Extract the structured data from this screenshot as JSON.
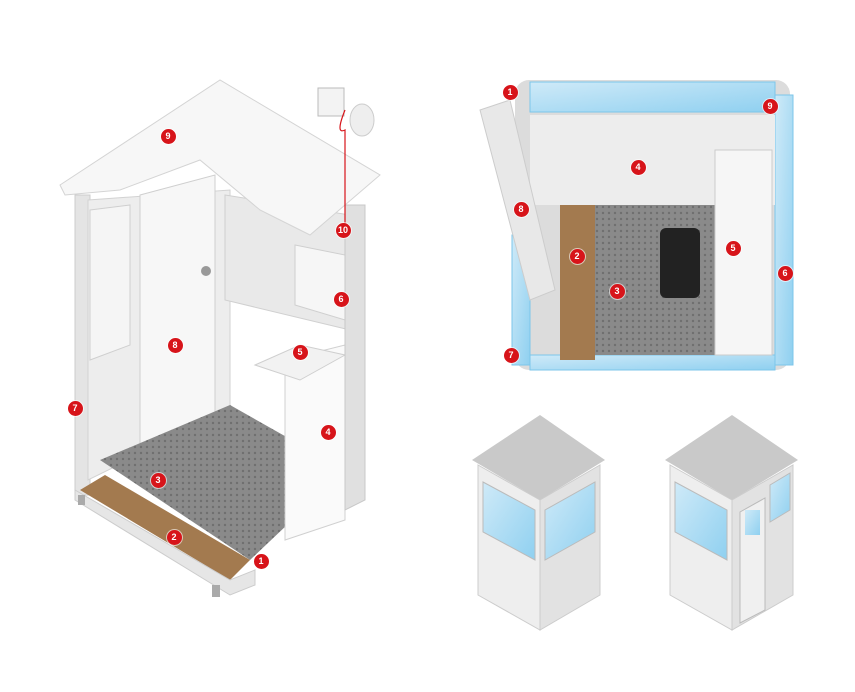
{
  "accent_color": "#d7141a",
  "left_view": {
    "callouts": [
      {
        "label": "9"
      },
      {
        "label": "10"
      },
      {
        "label": "6"
      },
      {
        "label": "5"
      },
      {
        "label": "8"
      },
      {
        "label": "7"
      },
      {
        "label": "4"
      },
      {
        "label": "3"
      },
      {
        "label": "2"
      },
      {
        "label": "1"
      }
    ]
  },
  "top_view": {
    "callouts": [
      {
        "label": "1"
      },
      {
        "label": "9"
      },
      {
        "label": "4"
      },
      {
        "label": "8"
      },
      {
        "label": "2"
      },
      {
        "label": "5"
      },
      {
        "label": "3"
      },
      {
        "label": "6"
      },
      {
        "label": "7"
      }
    ]
  },
  "small_booths": [
    {
      "variant": "windows-only"
    },
    {
      "variant": "with-door"
    }
  ]
}
